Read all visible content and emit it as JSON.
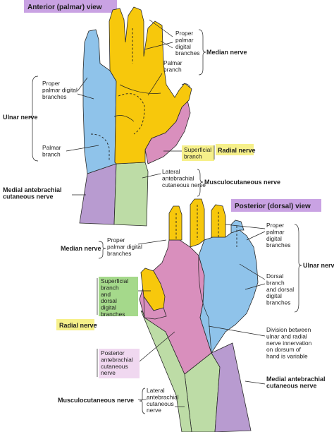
{
  "anterior": {
    "view_title": "Anterior (palmar) view",
    "proper_palmar_digital_branches_median": "Proper|palmar|digital|branches",
    "palmar_branch_median": "Palmar|branch",
    "median_nerve": "Median nerve",
    "proper_palmar_digital_branches_ulnar": "Proper|palmar digital|branches",
    "ulnar_nerve": "Ulnar nerve",
    "palmar_branch_ulnar": "Palmar|branch",
    "superficial_branch": "Superficial|branch",
    "radial_nerve": "Radial nerve",
    "lateral_antebrachial_cutaneous_nerve": "Lateral|antebrachial|cutaneous nerve",
    "musculocutaneous_nerve": "Musculocutaneous nerve",
    "medial_antebrachial_cutaneous_nerve": "Medial antebrachial|cutaneous nerve"
  },
  "posterior": {
    "view_title": "Posterior (dorsal) view",
    "median_nerve": "Median nerve",
    "proper_palmar_digital_branches_median": "Proper|palmar digital|branches",
    "proper_palmar_digital_branches_ulnar": "Proper|palmar|digital|branches",
    "ulnar_nerve": "Ulnar nerve",
    "dorsal_branch": "Dorsal|branch|and dorsal|digital|branches",
    "superficial_branch_and_dorsal_digital_branches": "Superficial|branch|and|dorsal|digital|branches",
    "radial_nerve": "Radial nerve",
    "division_note": "Division between|ulnar and radial|nerve innervation|on dorsum of|hand is variable",
    "posterior_antebrachial_cutaneous_nerve": "Posterior|antebrachial|cutaneous|nerve",
    "medial_antebrachial_cutaneous_nerve": "Medial antebrachial|cutaneous nerve",
    "musculocutaneous_nerve": "Musculocutaneous nerve",
    "lateral_antebrachial_cutaneous_nerve": "Lateral|antebrachial|cutaneous|nerve"
  },
  "colors": {
    "median": "#f7c80c",
    "ulnar": "#8fc3ea",
    "radial": "#d98fbd",
    "musculocutaneous": "#bddca6",
    "medial_antebrachial": "#b89bd0",
    "title_bg": "#c9a2e3",
    "radial_label_bg": "#f6f08a",
    "superficial_label_bg": "#a5d98b",
    "posterior_label_bg": "#f0d8f0"
  }
}
